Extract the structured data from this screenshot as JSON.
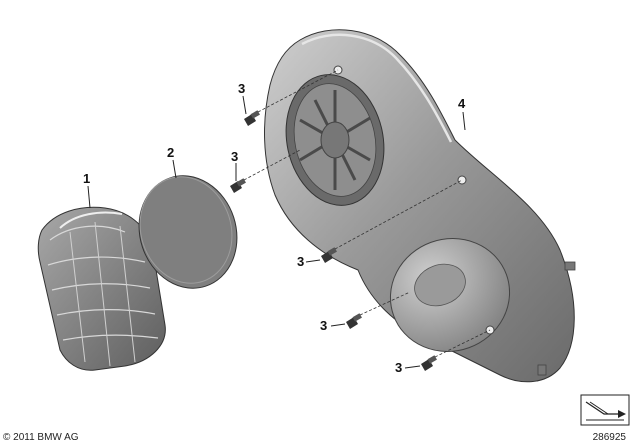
{
  "callouts": {
    "part1": "1",
    "part2": "2",
    "part4": "4",
    "bolt_a": "3",
    "bolt_b": "3",
    "bolt_c": "3",
    "bolt_d": "3",
    "bolt_e": "3"
  },
  "footer": {
    "copyright": "© 2011 BMW AG",
    "diagram_number": "286925"
  },
  "icons": {
    "orientation": "view-direction-arrow-icon"
  },
  "colors": {
    "part_fill": "#8a8a8a",
    "part_shade": "#6e6e6e",
    "part_highlight": "#b9b9b9",
    "line": "#222222"
  }
}
